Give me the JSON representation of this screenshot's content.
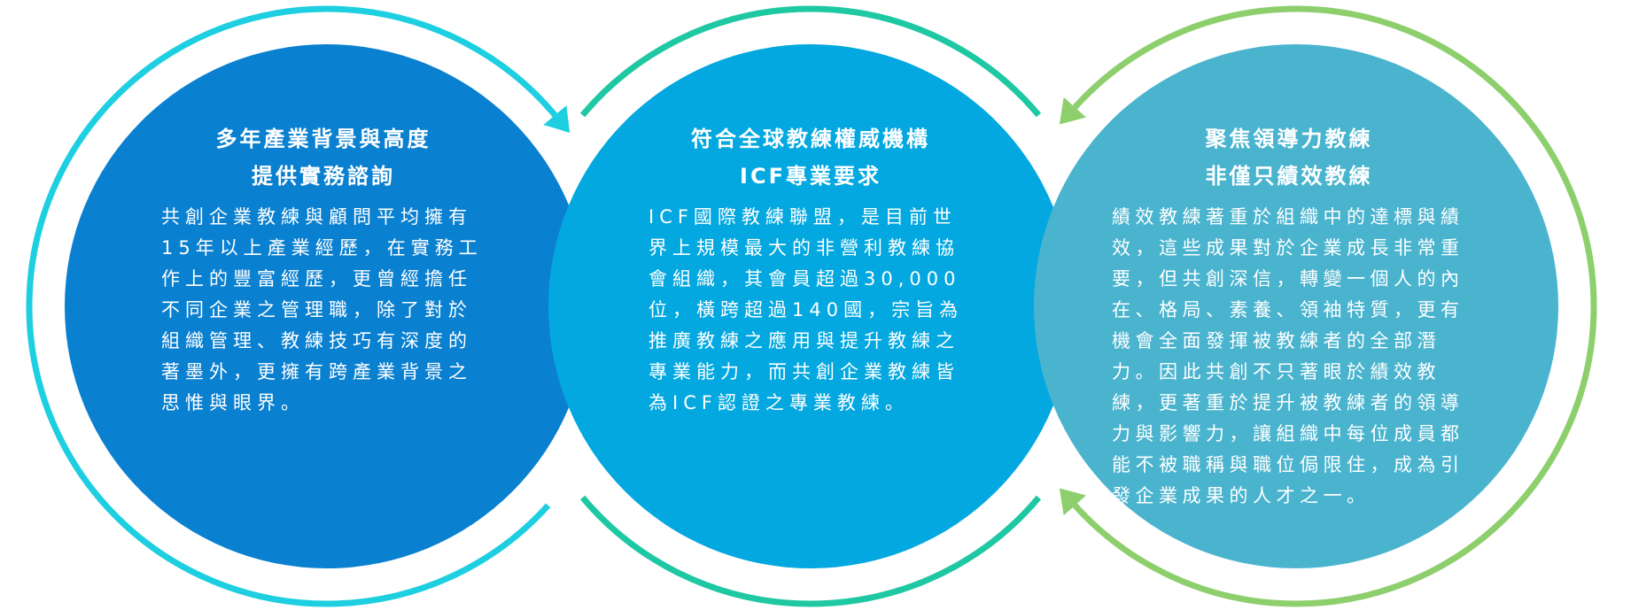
{
  "colors": {
    "left_fill": "#0a80d0",
    "middle_fill": "#03a8e0",
    "right_fill": "#4ab4cf",
    "left_arc": "#1dcfe0",
    "middle_arc": "#1ec8a2",
    "right_arc": "#8dcf6c"
  },
  "circles": [
    {
      "title": [
        "多年產業背景與高度",
        "提供實務諮詢"
      ],
      "body": [
        "共創企業教練與顧問平均擁有",
        "15年以上產業經歷，在實務工",
        "作上的豐富經歷，更曾經擔任",
        "不同企業之管理職，除了對於",
        "組織管理、教練技巧有深度的",
        "著墨外，更擁有跨產業背景之",
        "思惟與眼界。"
      ]
    },
    {
      "title": [
        "符合全球教練權威機構",
        "ICF專業要求"
      ],
      "body": [
        "ICF國際教練聯盟，是目前世",
        "界上規模最大的非營利教練協",
        "會組織，其會員超過30,000",
        "位，橫跨超過140國，宗旨為",
        "推廣教練之應用與提升教練之",
        "專業能力，而共創企業教練皆",
        "為ICF認證之專業教練。"
      ]
    },
    {
      "title": [
        "聚焦領導力教練",
        "非僅只績效教練"
      ],
      "body": [
        "績效教練著重於組織中的達標與績",
        "效，這些成果對於企業成長非常重",
        "要，但共創深信，轉變一個人的內",
        "在、格局、素養、領袖特質，更有",
        "機會全面發揮被教練者的全部潛",
        "力。因此共創不只著眼於績效教",
        "練，更著重於提升被教練者的領導",
        "力與影響力，讓組織中每位成員都",
        "能不被職稱與職位侷限住，成為引",
        "發企業成果的人才之一。"
      ]
    }
  ]
}
